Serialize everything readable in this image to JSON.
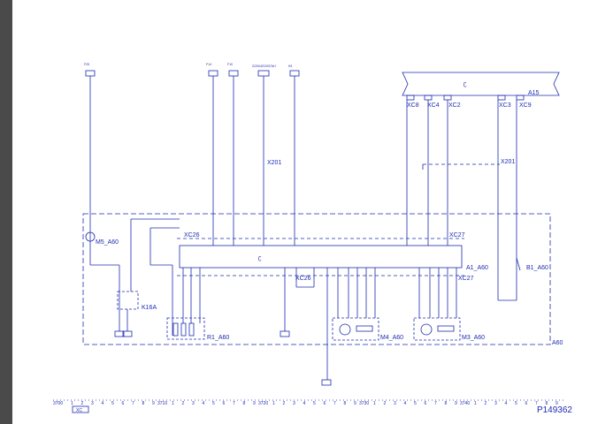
{
  "diagram": {
    "module_a15": "A15",
    "module_a60": "A60",
    "ecu_a1": "A1_A60",
    "motor_m5": "M5_A60",
    "relay_k16": "K16A",
    "resistor_r1": "R1_A60",
    "motor_m4": "M4_A60",
    "motor_m3": "M3_A60",
    "sensor_b1": "B1_A60",
    "splice_x201_a": "X201",
    "splice_x201_b": "X201",
    "conn_xc26_top": "XC26",
    "conn_xc26_bot": "XC26",
    "conn_xc27_top": "XC27",
    "conn_xc27_bot": "XC27",
    "conn_xc8": "XC8",
    "conn_xc4": "XC4",
    "conn_xc2": "XC2",
    "conn_xc3": "XC3",
    "conn_xc9": "XC9",
    "drawing_number": "P149362",
    "ruler_start": "3700",
    "ruler_marks": [
      "3710",
      "3720",
      "3730",
      "3740"
    ],
    "ruler_digits": [
      "1",
      "2",
      "3",
      "4",
      "5",
      "6",
      "7",
      "8",
      "9"
    ],
    "ruler_tag": "XC"
  }
}
